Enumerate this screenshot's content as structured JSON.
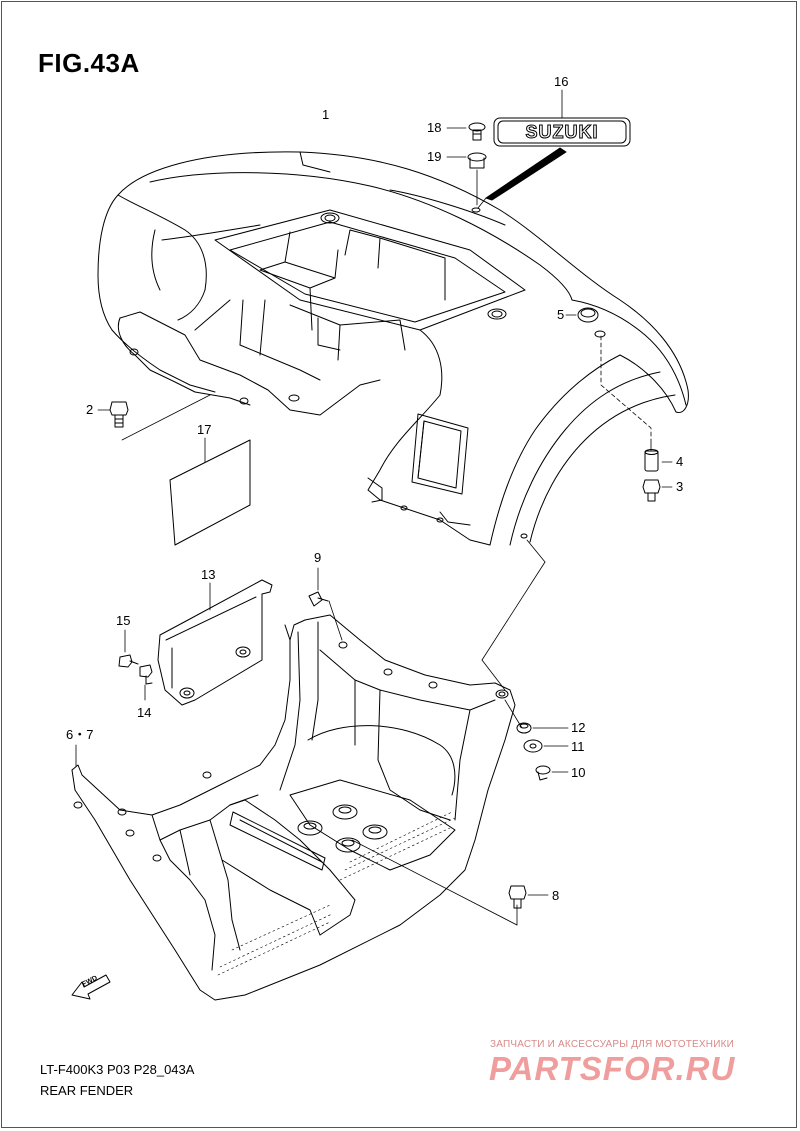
{
  "figure": {
    "title": "FIG.43A",
    "model_code": "LT-F400K3 P03 P28_043A",
    "caption": "REAR FENDER"
  },
  "callouts": {
    "c1": "1",
    "c2": "2",
    "c3": "3",
    "c4": "4",
    "c5": "5",
    "c67": "6・7",
    "c8": "8",
    "c9": "9",
    "c10": "10",
    "c11": "11",
    "c12": "12",
    "c13": "13",
    "c14": "14",
    "c15": "15",
    "c16": "16",
    "c17": "17",
    "c18": "18",
    "c19": "19"
  },
  "emblem_text": "SUZUKI",
  "fwd_text": "FWD",
  "watermark": {
    "tagline": "ЗАПЧАСТИ И АКСЕССУАРЫ ДЛЯ МОТОТЕХНИКИ",
    "logo": "PARTSFOR.RU"
  },
  "colors": {
    "line": "#000000",
    "watermark": "#ef9d9d"
  }
}
